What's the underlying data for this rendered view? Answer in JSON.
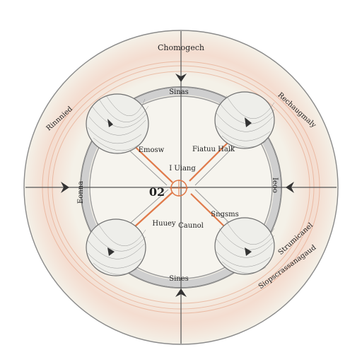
{
  "diagram": {
    "center_label": "02",
    "outer_labels": {
      "top": "Chomogech",
      "top_left": "Rinnnied",
      "top_right": "Rechaugmaly",
      "bottom_right": "Strumicanel",
      "bottom_right_outer": "Siopscrassanagaud"
    },
    "inner_labels": {
      "top": "Sinas",
      "bottom": "Sines",
      "left": "Eonna",
      "right": "Ieoo",
      "upper_left": "Emosw",
      "upper_right": "Fiatuu Halk",
      "center_upper": "I Uiang",
      "lower_left": "Huuey",
      "lower_center": "Caunol",
      "lower_right": "Sngsms"
    },
    "colors": {
      "background": "#f4f1e8",
      "ring": "#9a9a9a",
      "axis": "#555555",
      "accent": "#e07a4a",
      "hatch": "#7d7d7d"
    }
  }
}
